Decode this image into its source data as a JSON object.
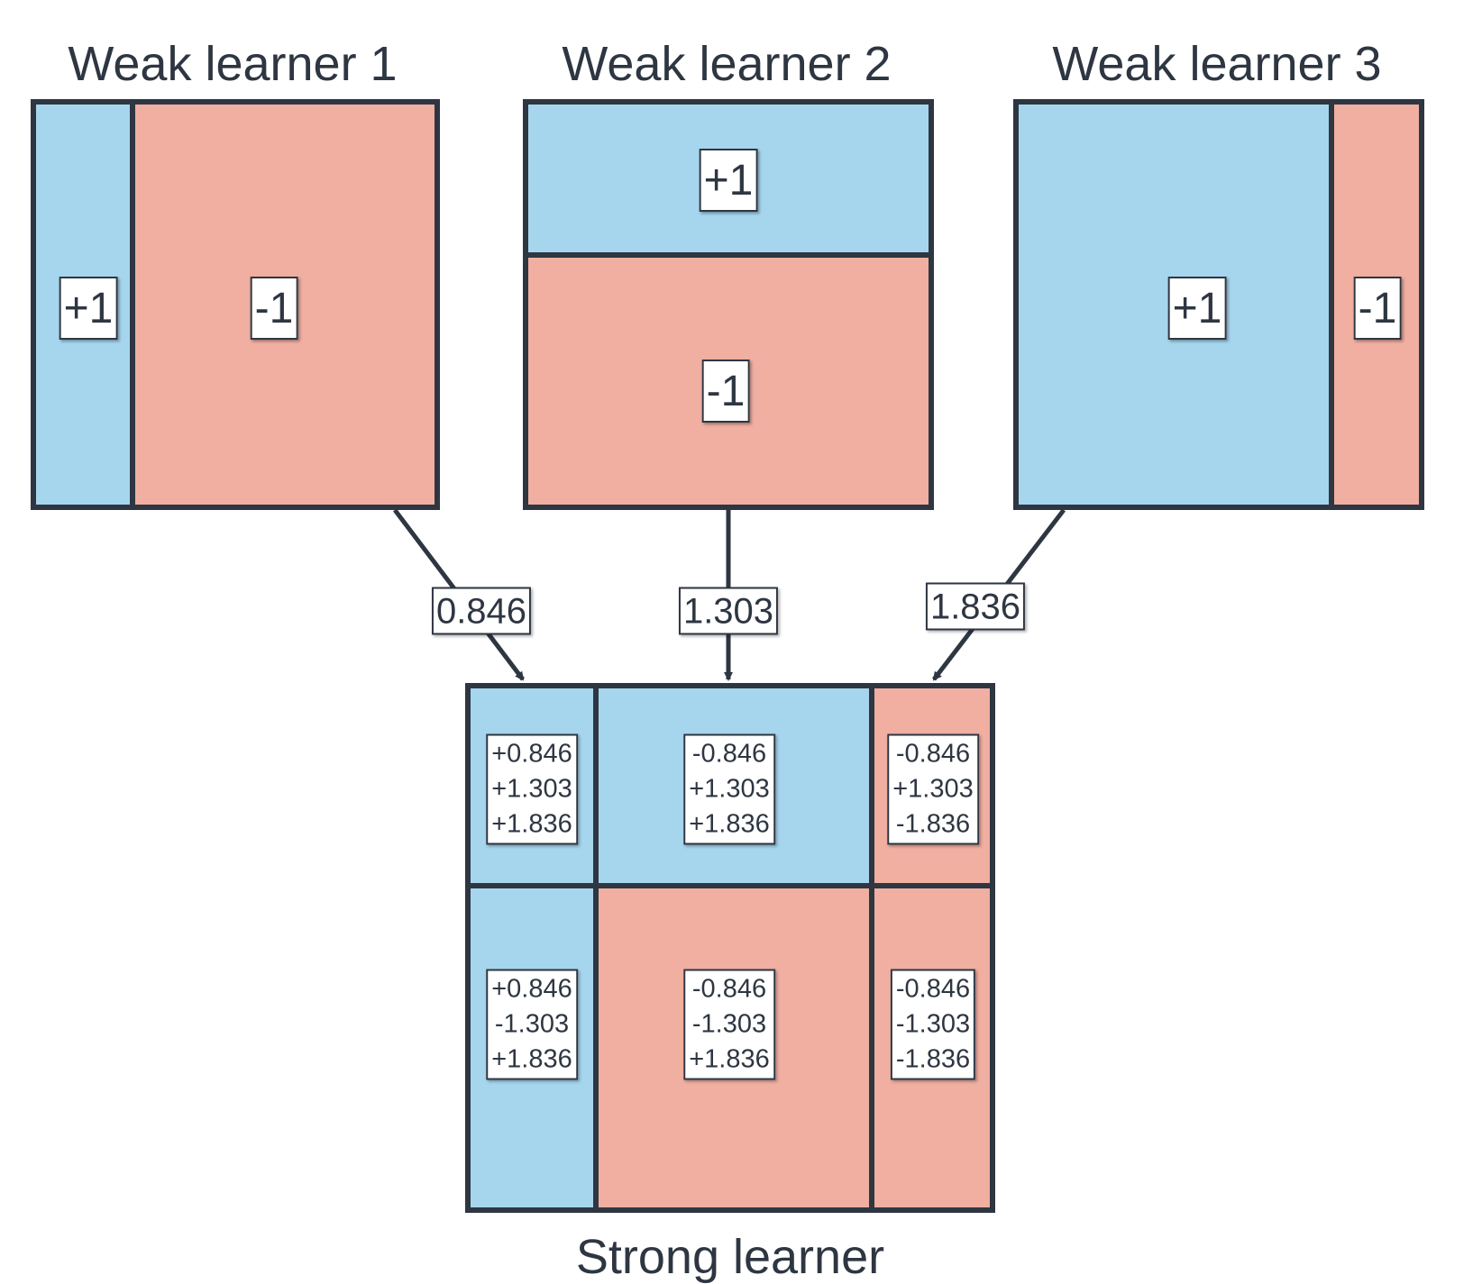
{
  "weak_learners": [
    {
      "title": "Weak learner 1",
      "regions": [
        {
          "label": "+1",
          "sign": "+"
        },
        {
          "label": "-1",
          "sign": "-"
        }
      ]
    },
    {
      "title": "Weak learner 2",
      "regions": [
        {
          "label": "+1",
          "sign": "+"
        },
        {
          "label": "-1",
          "sign": "-"
        }
      ]
    },
    {
      "title": "Weak learner 3",
      "regions": [
        {
          "label": "+1",
          "sign": "+"
        },
        {
          "label": "-1",
          "sign": "-"
        }
      ]
    }
  ],
  "weights": [
    "0.846",
    "1.303",
    "1.836"
  ],
  "strong_learner": {
    "title": "Strong learner",
    "cells": [
      {
        "lines": [
          "+0.846",
          "+1.303",
          "+1.836"
        ],
        "sign": "+"
      },
      {
        "lines": [
          "-0.846",
          "+1.303",
          "+1.836"
        ],
        "sign": "+"
      },
      {
        "lines": [
          "-0.846",
          "+1.303",
          "-1.836"
        ],
        "sign": "-"
      },
      {
        "lines": [
          "+0.846",
          "-1.303",
          "+1.836"
        ],
        "sign": "+"
      },
      {
        "lines": [
          "-0.846",
          "-1.303",
          "+1.836"
        ],
        "sign": "-"
      },
      {
        "lines": [
          "-0.846",
          "-1.303",
          "-1.836"
        ],
        "sign": "-"
      }
    ]
  },
  "colors": {
    "positive": "#a6d6ee",
    "negative": "#f0afa1",
    "border": "#2e3642"
  }
}
